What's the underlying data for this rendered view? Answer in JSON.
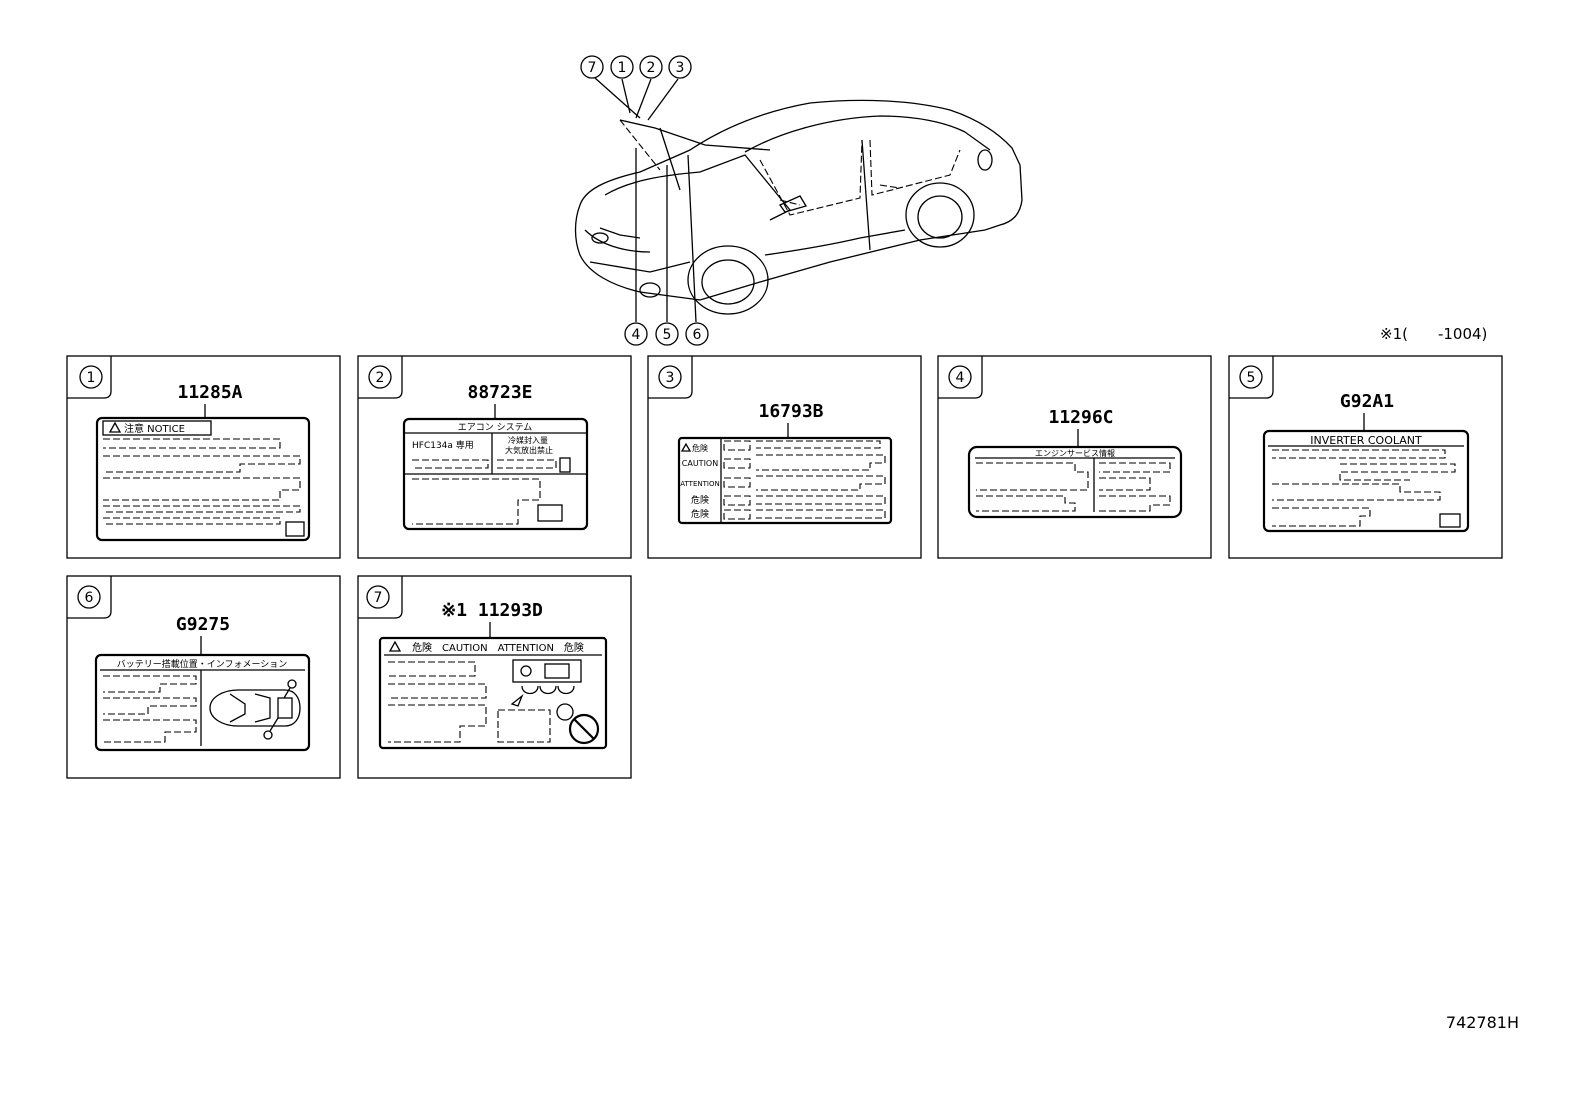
{
  "callouts_top": [
    "7",
    "1",
    "2",
    "3"
  ],
  "callouts_bottom": [
    "4",
    "5",
    "6"
  ],
  "note": "※1(　　-1004)",
  "drawing_id": "742781H",
  "labels": [
    {
      "num": "1",
      "part": "11285A",
      "header": "注意 NOTICE"
    },
    {
      "num": "2",
      "part": "88723E",
      "header": "エアコン システム",
      "left_text": "HFC134a 専用",
      "right_text_1": "冷媒封入量",
      "right_text_2": "大気放出禁止"
    },
    {
      "num": "3",
      "part": "16793B",
      "rows": [
        "危険",
        "CAUTION",
        "ATTENTION",
        "危険",
        "危険"
      ]
    },
    {
      "num": "4",
      "part": "11296C",
      "header": "エンジンサービス情報"
    },
    {
      "num": "5",
      "part": "G92A1",
      "header": "INVERTER COOLANT"
    },
    {
      "num": "6",
      "part": "G9275",
      "header": "バッテリー搭載位置・インフォメーション"
    },
    {
      "num": "7",
      "part": "※1 11293D",
      "header": "危険　CAUTION　ATTENTION　危険"
    }
  ]
}
